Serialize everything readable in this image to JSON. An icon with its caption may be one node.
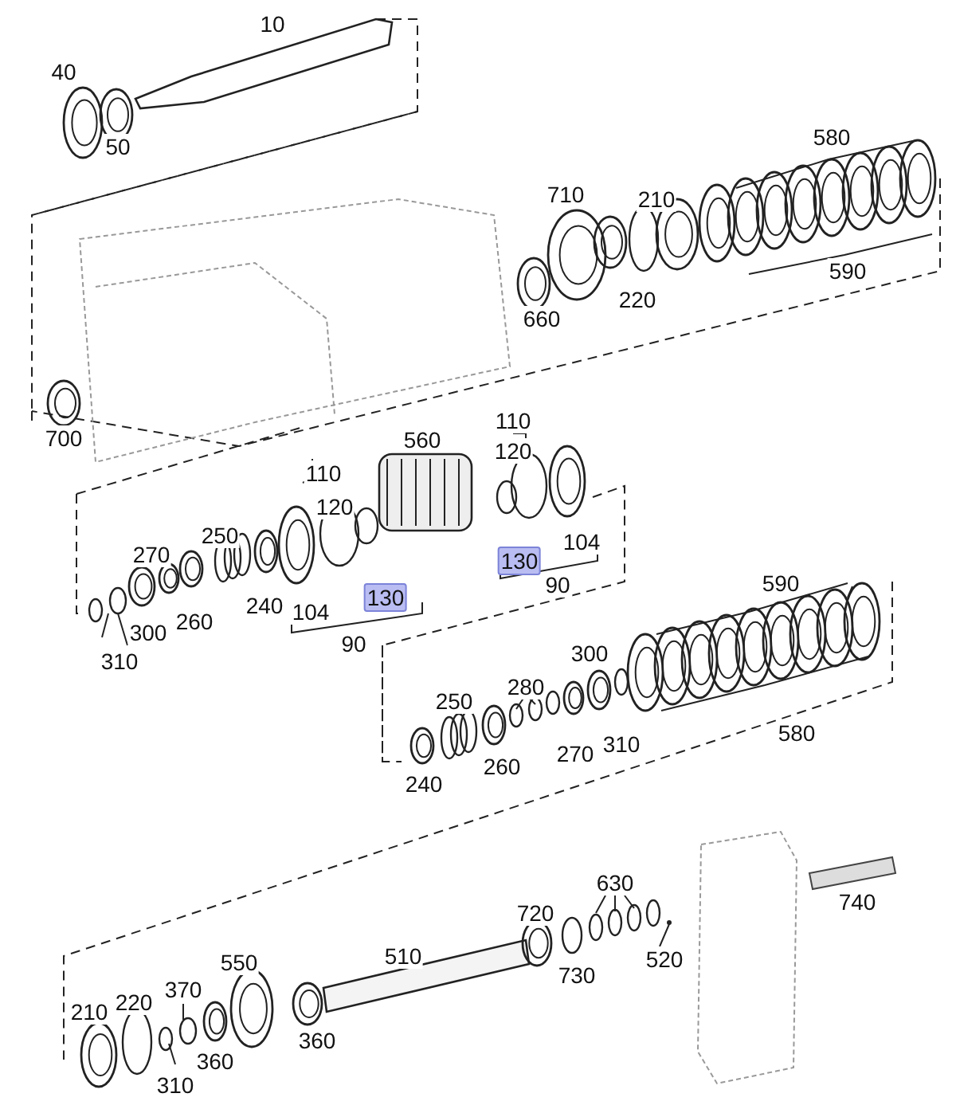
{
  "diagram": {
    "labels": [
      "10",
      "40",
      "50",
      "580",
      "710",
      "210",
      "590",
      "220",
      "660",
      "700",
      "110",
      "110",
      "560",
      "120",
      "120",
      "104",
      "250",
      "270",
      "130",
      "240",
      "104",
      "300",
      "260",
      "130",
      "90",
      "310",
      "90",
      "590",
      "280",
      "300",
      "250",
      "310",
      "580",
      "270",
      "260",
      "240",
      "630",
      "740",
      "720",
      "510",
      "520",
      "550",
      "730",
      "370",
      "210",
      "220",
      "360",
      "360",
      "310"
    ]
  }
}
